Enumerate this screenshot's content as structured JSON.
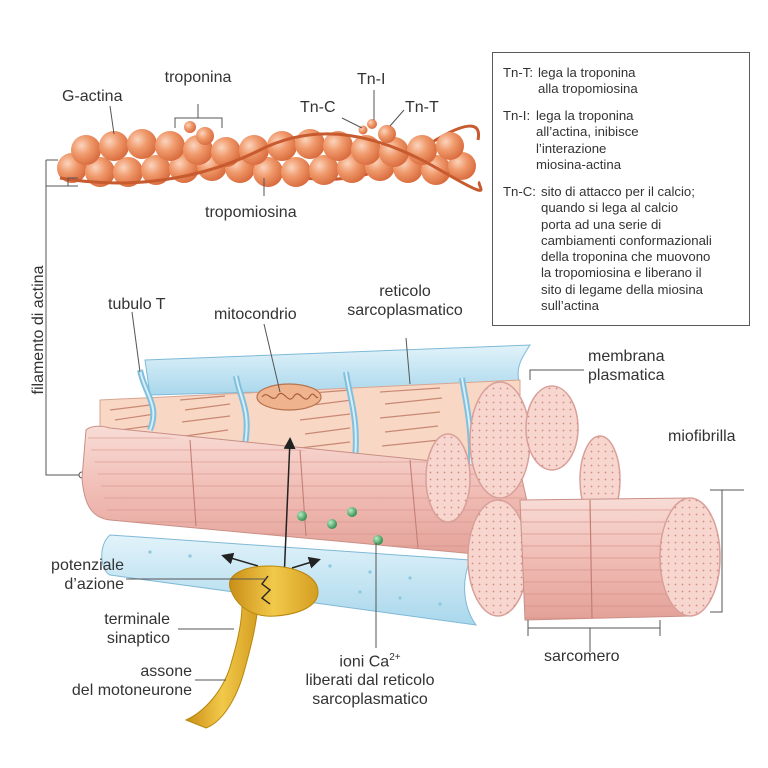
{
  "labels": {
    "g_actina": "G-actina",
    "troponina": "troponina",
    "tn_c": "Tn-C",
    "tn_i": "Tn-I",
    "tn_t": "Tn-T",
    "tropomiosina": "tropomiosina",
    "filamento_di_actina": "filamento di actina",
    "tubulo_t": "tubulo T",
    "mitocondrio": "mitocondrio",
    "reticolo_sarcoplasmatico": "reticolo\nsarcoplasmatico",
    "membrana_plasmatica": "membrana\nplasmatica",
    "miofibrilla": "miofibrilla",
    "potenziale_azione": "potenziale\nd’azione",
    "terminale_sinaptico": "terminale\nsinaptico",
    "assone_motoneurone": "assone\ndel motoneurone",
    "ioni_ca_prefix": "ioni Ca",
    "ioni_ca_sup": "2+",
    "ioni_ca_rest": "liberati dal reticolo\nsarcoplasmatico",
    "sarcomero": "sarcomero"
  },
  "legend": {
    "tnt_key": "Tn-T:",
    "tnt_text": "lega la troponina\nalla tropomiosina",
    "tni_key": "Tn-I:",
    "tni_text": "lega la troponina\nall’actina, inibisce\nl’interazione\nmiosina-actina",
    "tnc_key": "Tn-C:",
    "tnc_text": "sito di attacco per il calcio;\nquando si lega al calcio\nporta ad una serie di\ncambiamenti conformazionali\ndella troponina che muovono\nla tropomiosina e liberano il\nsito di legame della miosina\nsull’actina"
  },
  "colors": {
    "actin": "#e9875c",
    "tropomyosin": "#d8683c",
    "fiber": "#f2c7c1",
    "membrane": "#bfe2f2",
    "nerve": "#e8b83a",
    "calcium": "#3aa35a"
  }
}
